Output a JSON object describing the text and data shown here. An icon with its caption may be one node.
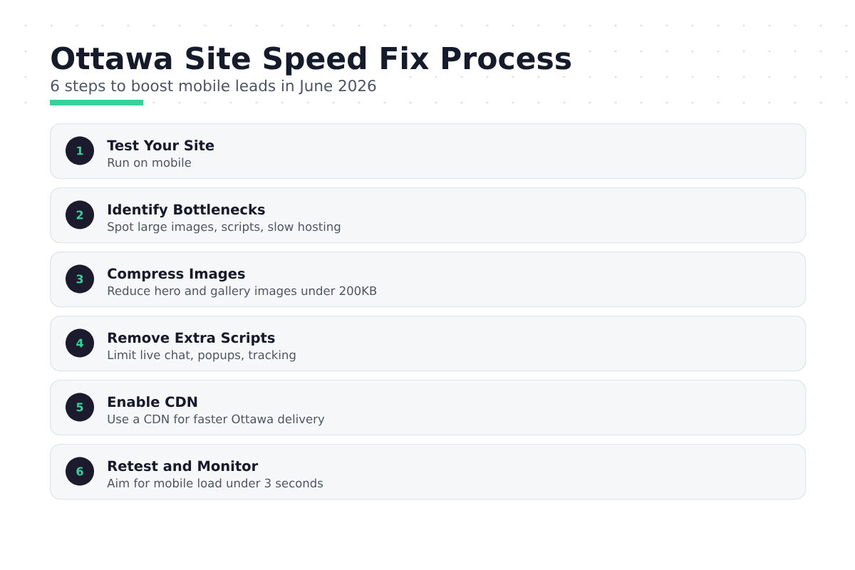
{
  "diagram": {
    "title": "Ottawa Site Speed Fix Process",
    "nodes": [
      {
        "text": [
          "Test Your Site",
          "Run on mobile"
        ]
      },
      {
        "text": [
          "1"
        ],
        "in": 0
      },
      {
        "text": [
          "Identify Bottlenecks",
          "Spot large images, scripts, slow hosting"
        ]
      },
      {
        "text": [
          "2"
        ],
        "in": 2
      },
      {
        "text": [
          "Compress Images",
          "Reduce hero and gallery images under 200KB"
        ]
      },
      {
        "text": [
          "3"
        ],
        "in": 4
      },
      {
        "text": [
          "Remove Extra Scripts",
          "Limit live chat, popups, tracking"
        ]
      },
      {
        "text": [
          "4"
        ],
        "in": 6
      },
      {
        "text": [
          "Enable CDN",
          "Use a CDN for faster Ottawa delivery"
        ]
      },
      {
        "text": [
          "5"
        ],
        "in": 8
      },
      {
        "text": [
          "Retest and Monitor",
          "Aim for mobile load under 3 seconds"
        ]
      },
      {
        "text": [
          "6"
        ],
        "in": 10
      }
    ],
    "labels": [
      "6 steps to boost mobile leads in June 2026"
    ]
  }
}
